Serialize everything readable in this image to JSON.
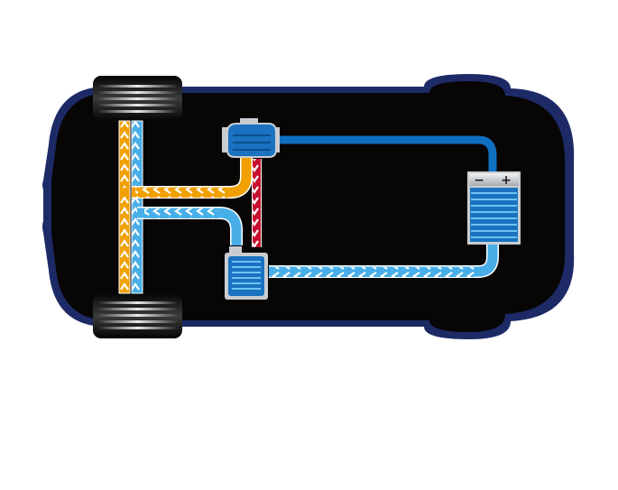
{
  "diagram": {
    "battery": {
      "minus_label": "−",
      "plus_label": "+"
    },
    "colors": {
      "background": "#ffffff",
      "body_outline": "#1d2a66",
      "body_fill": "#080505",
      "cool_line": "#2f8fd6",
      "cool_line_light": "#63c0ee",
      "battery_line": "#0f6fc0",
      "warm_line": "#f0a000",
      "hot_line": "#c8102e",
      "arrow_white": "#ffffff",
      "component_blue": "#1a72c0",
      "component_frame": "#c9cdd2"
    },
    "components": [
      "engine",
      "radiator",
      "battery",
      "axle",
      "front-left-wheel",
      "rear-left-wheel"
    ]
  }
}
